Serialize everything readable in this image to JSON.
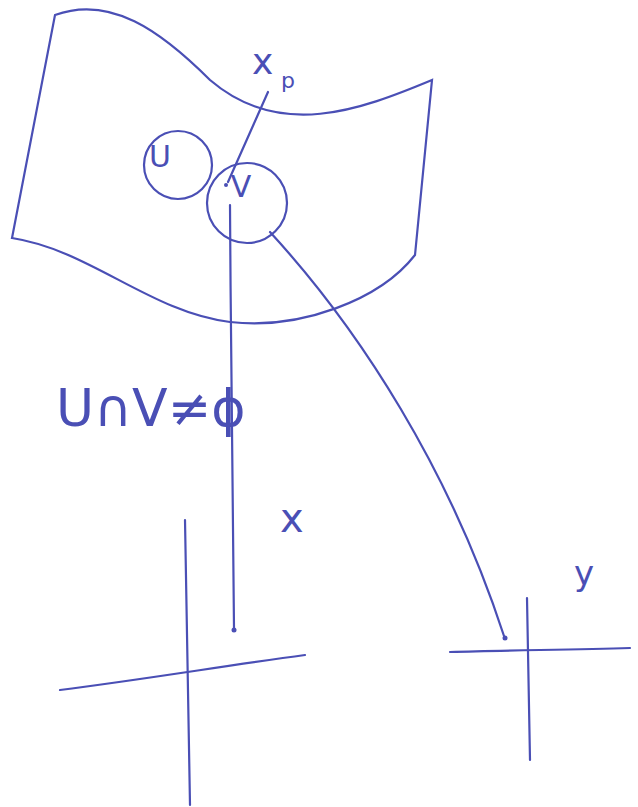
{
  "diagram": {
    "nodes": [
      {
        "text": [
          "U"
        ]
      },
      {
        "text": [
          "V"
        ]
      }
    ],
    "labels": [
      "x",
      "p",
      "U∩V≠ϕ",
      "x",
      "y"
    ]
  }
}
